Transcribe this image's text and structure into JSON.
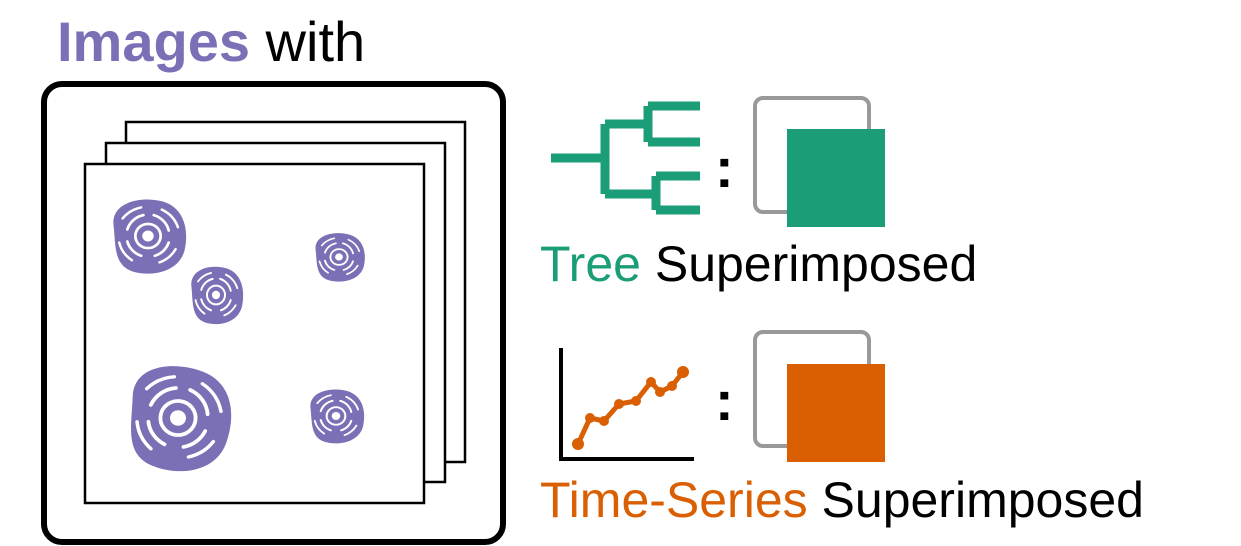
{
  "title": {
    "highlight": "Images",
    "rest": " with"
  },
  "rows": [
    {
      "id": "tree",
      "keyword": "Tree",
      "rest": " Superimposed",
      "separator": ":",
      "color": "#1b9e77",
      "icon": "tree-icon"
    },
    {
      "id": "timeseries",
      "keyword": "Time-Series",
      "rest": " Superimposed",
      "separator": ":",
      "color": "#d95f02",
      "icon": "line-chart-icon"
    }
  ],
  "colors": {
    "cell": "#7b6fb5",
    "frame": "#000000",
    "ghost_square": "#999999"
  }
}
